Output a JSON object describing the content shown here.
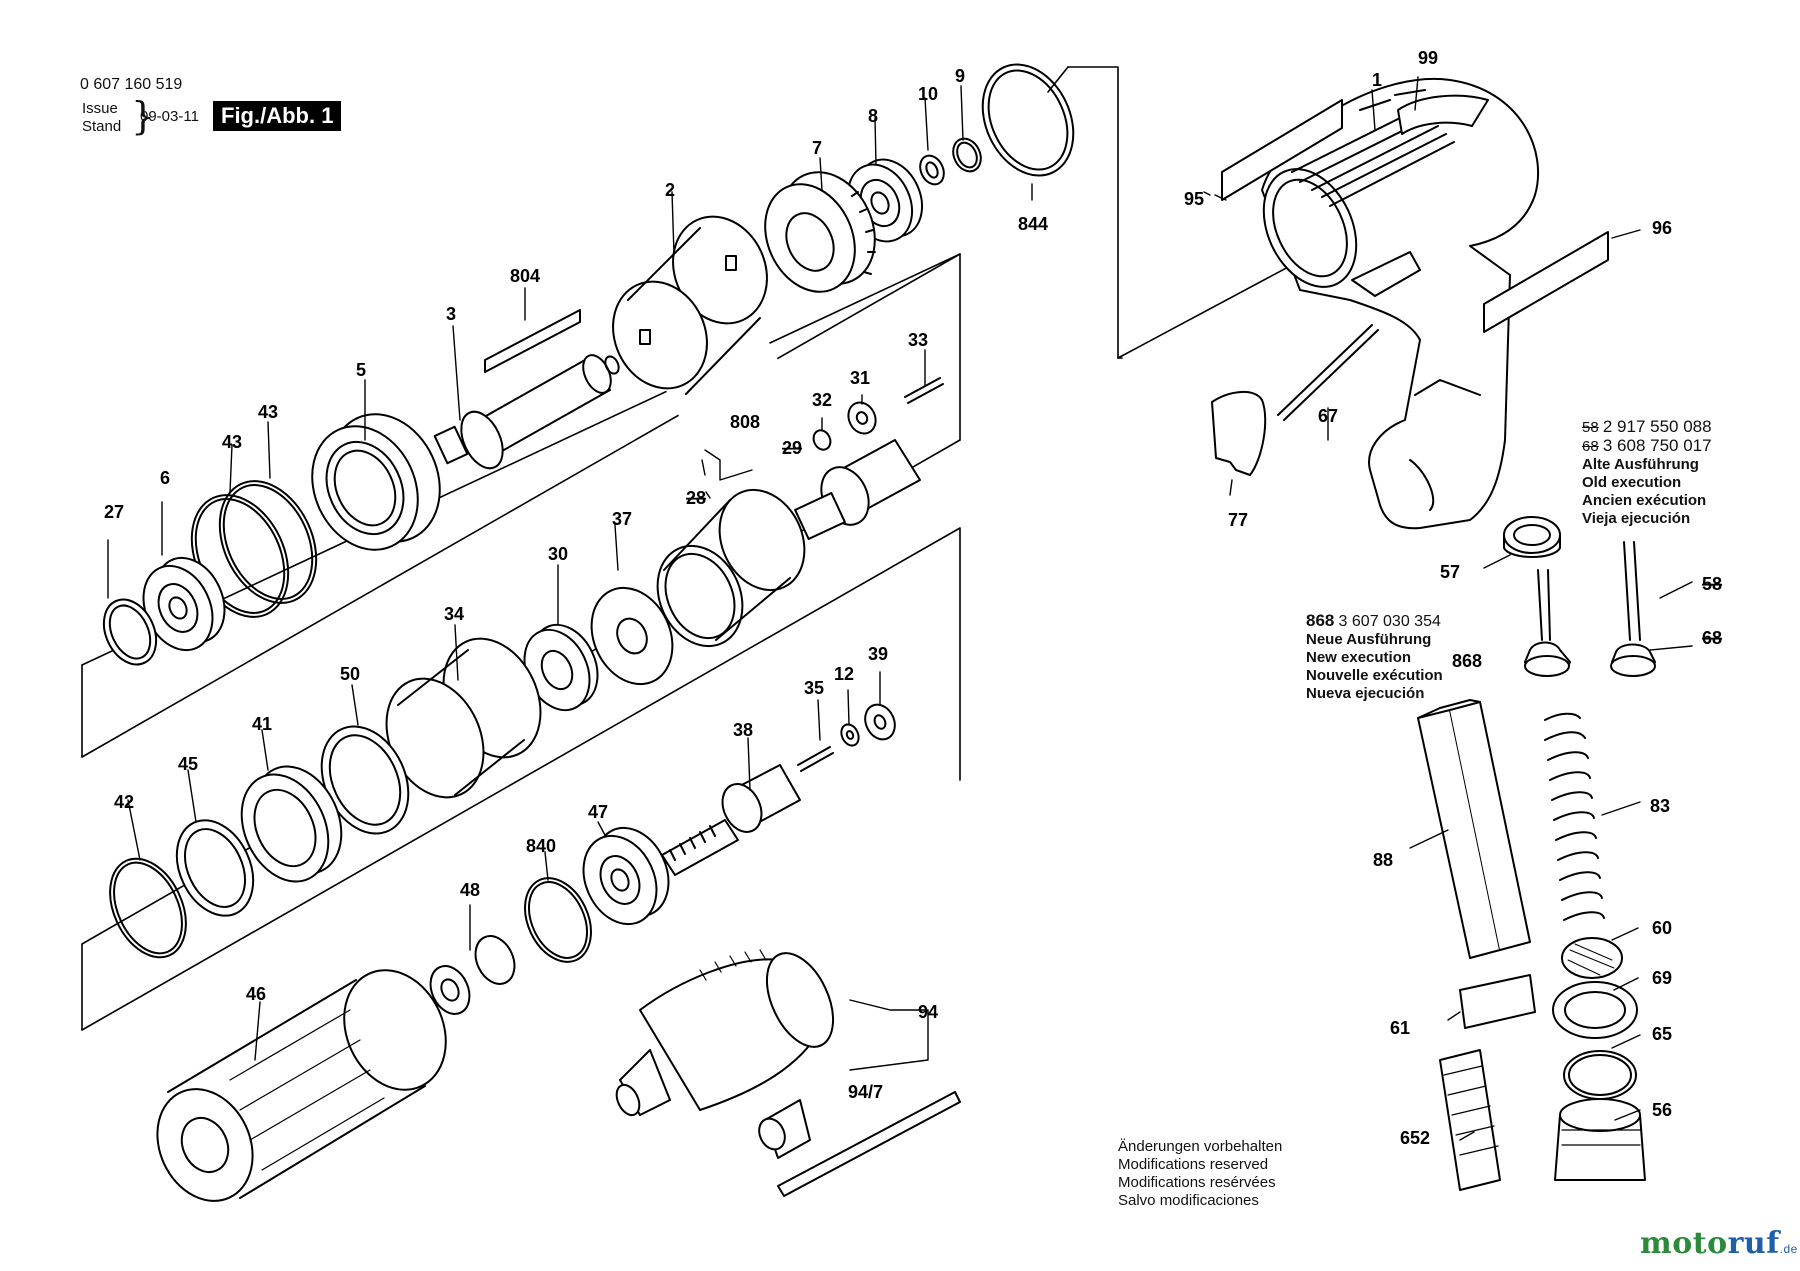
{
  "header": {
    "doc_number": "0 607 160 519",
    "issue_stand": [
      "Issue",
      "Stand"
    ],
    "date": "09-03-11",
    "figure_label": "Fig./Abb. 1"
  },
  "parts": [
    {
      "label": "99"
    },
    {
      "label": "1"
    },
    {
      "label": "95"
    },
    {
      "label": "96"
    },
    {
      "label": "67"
    },
    {
      "label": "77"
    },
    {
      "label": "9"
    },
    {
      "label": "10"
    },
    {
      "label": "8"
    },
    {
      "label": "844"
    },
    {
      "label": "7"
    },
    {
      "label": "2"
    },
    {
      "label": "804"
    },
    {
      "label": "3"
    },
    {
      "label": "5"
    },
    {
      "label": "43"
    },
    {
      "label": "43"
    },
    {
      "label": "6"
    },
    {
      "label": "27"
    },
    {
      "label": "33"
    },
    {
      "label": "31"
    },
    {
      "label": "32"
    },
    {
      "label": "808"
    },
    {
      "label": "29"
    },
    {
      "label": "28"
    },
    {
      "label": "37"
    },
    {
      "label": "30"
    },
    {
      "label": "34"
    },
    {
      "label": "50"
    },
    {
      "label": "41"
    },
    {
      "label": "45"
    },
    {
      "label": "42"
    },
    {
      "label": "39"
    },
    {
      "label": "12"
    },
    {
      "label": "35"
    },
    {
      "label": "38"
    },
    {
      "label": "47"
    },
    {
      "label": "840"
    },
    {
      "label": "48"
    },
    {
      "label": "46"
    },
    {
      "label": "94"
    },
    {
      "label": "94/7"
    },
    {
      "label": "57"
    },
    {
      "label": "868"
    },
    {
      "label": "58"
    },
    {
      "label": "68"
    },
    {
      "label": "88"
    },
    {
      "label": "83"
    },
    {
      "label": "60"
    },
    {
      "label": "69"
    },
    {
      "label": "61"
    },
    {
      "label": "65"
    },
    {
      "label": "652"
    },
    {
      "label": "56"
    }
  ],
  "old_execution": {
    "lines": [
      {
        "ref": "58",
        "number": "2 917 550 088"
      },
      {
        "ref": "68",
        "number": "3 608 750 017"
      }
    ],
    "text": [
      "Alte Ausführung",
      "Old execution",
      "Ancien exécution",
      "Vieja ejecución"
    ]
  },
  "new_execution": {
    "ref": "868",
    "number": "3 607 030 354",
    "text": [
      "Neue Ausführung",
      "New execution",
      "Nouvelle exécution",
      "Nueva ejecución"
    ]
  },
  "modifications": [
    "Änderungen vorbehalten",
    "Modifications reserved",
    "Modifications resérvées",
    "Salvo modificaciones"
  ],
  "logo": {
    "part1": "moto",
    "part2": "ruf",
    "tld": ".de"
  }
}
